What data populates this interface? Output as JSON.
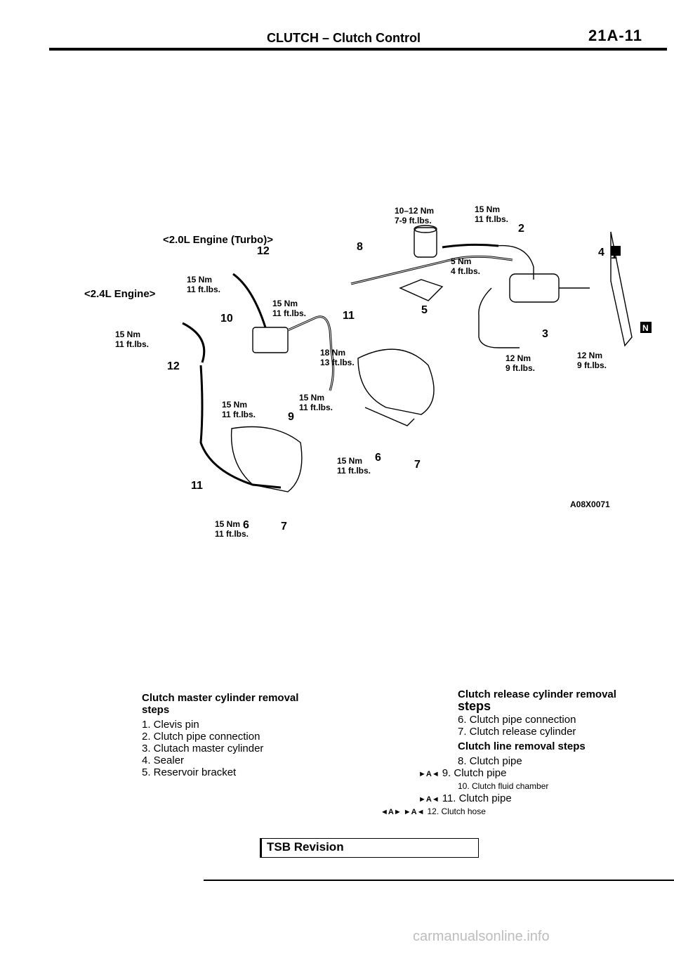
{
  "header": {
    "title": "CLUTCH – Clutch Control",
    "code": "21A-11"
  },
  "diagram": {
    "engine_20": "<2.0L Engine (Turbo)>",
    "engine_24": "<2.4L Engine>",
    "figure_code": "A08X0071",
    "torque": {
      "t_10_12_nm": "10–12 Nm",
      "t_7_9_ft": "7-9 ft.lbs.",
      "t15nm": "15 Nm",
      "t11ft": "11 ft.lbs.",
      "t5nm": "5 Nm",
      "t4ft": "4 ft.lbs.",
      "t18nm": "18 Nm",
      "t13ft": "13 ft.lbs.",
      "t12nm": "12 Nm",
      "t9ft": "9 ft.lbs."
    },
    "callouts": [
      "1",
      "2",
      "3",
      "4",
      "5",
      "6",
      "7",
      "8",
      "9",
      "10",
      "11",
      "12"
    ],
    "badge": "N"
  },
  "left_column": {
    "heading_line1": "Clutch master cylinder removal",
    "heading_line2": "steps",
    "items": [
      "1. Clevis pin",
      "2. Clutch pipe connection",
      "3. Clutach master cylinder",
      "4. Sealer",
      "5. Reservoir bracket"
    ]
  },
  "right_column": {
    "heading_line1": "Clutch release cylinder removal",
    "heading_line2": "steps",
    "items": [
      "6. Clutch pipe connection",
      "7. Clutch release cylinder"
    ],
    "line_heading": "Clutch line removal steps",
    "line_items": [
      {
        "marker": "",
        "text": "8. Clutch pipe"
      },
      {
        "marker": "►A◄",
        "text": "9. Clutch pipe"
      },
      {
        "marker": "",
        "text": "10. Clutch fluid chamber"
      },
      {
        "marker": "►A◄",
        "text": "11. Clutch pipe"
      },
      {
        "marker": "◄A► ►A◄",
        "text": "12. Clutch hose"
      }
    ]
  },
  "footer": {
    "tsb": "TSB Revision",
    "watermark": "carmanualsonline.info"
  }
}
